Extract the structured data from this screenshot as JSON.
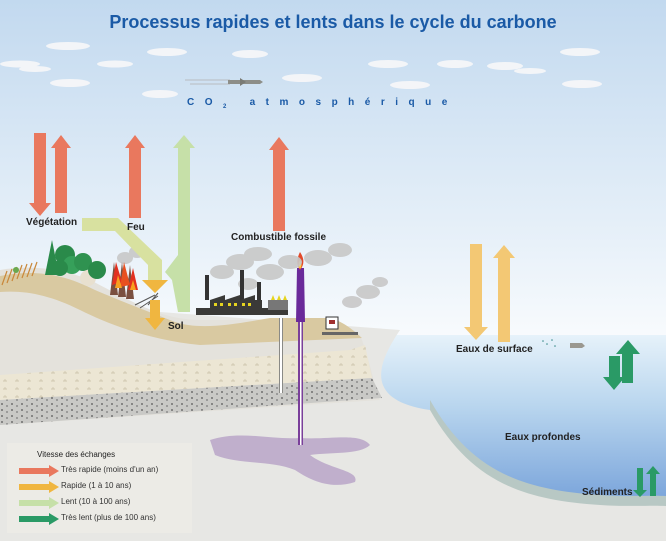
{
  "title": "Processus rapides et lents dans le cycle du carbone",
  "atmosphere": {
    "label_prefix": "CO",
    "label_sub": "2",
    "label_suffix": "atmosphérique"
  },
  "labels": {
    "vegetation": "Végétation",
    "fire": "Feu",
    "soil": "Sol",
    "fossil_fuel": "Combustible fossile",
    "surface_water": "Eaux de surface",
    "deep_water": "Eaux profondes",
    "sediments": "Sédiments"
  },
  "legend": {
    "title": "Vitesse des échanges",
    "items": [
      {
        "label": "Très rapide (moins d'un an)",
        "color": "#e9785e"
      },
      {
        "label": "Rapide (1 à 10 ans)",
        "color": "#f0b640"
      },
      {
        "label": "Lent (10 à 100 ans)",
        "color": "#c6e0a8"
      },
      {
        "label": "Très lent (plus de 100 ans)",
        "color": "#2a9a66"
      }
    ]
  },
  "colors": {
    "very_fast": "#e9785e",
    "fast": "#f0b640",
    "fast_light": "#f3c874",
    "slow": "#c6e0a8",
    "very_slow": "#2a9a66",
    "title": "#1a5aa6"
  }
}
